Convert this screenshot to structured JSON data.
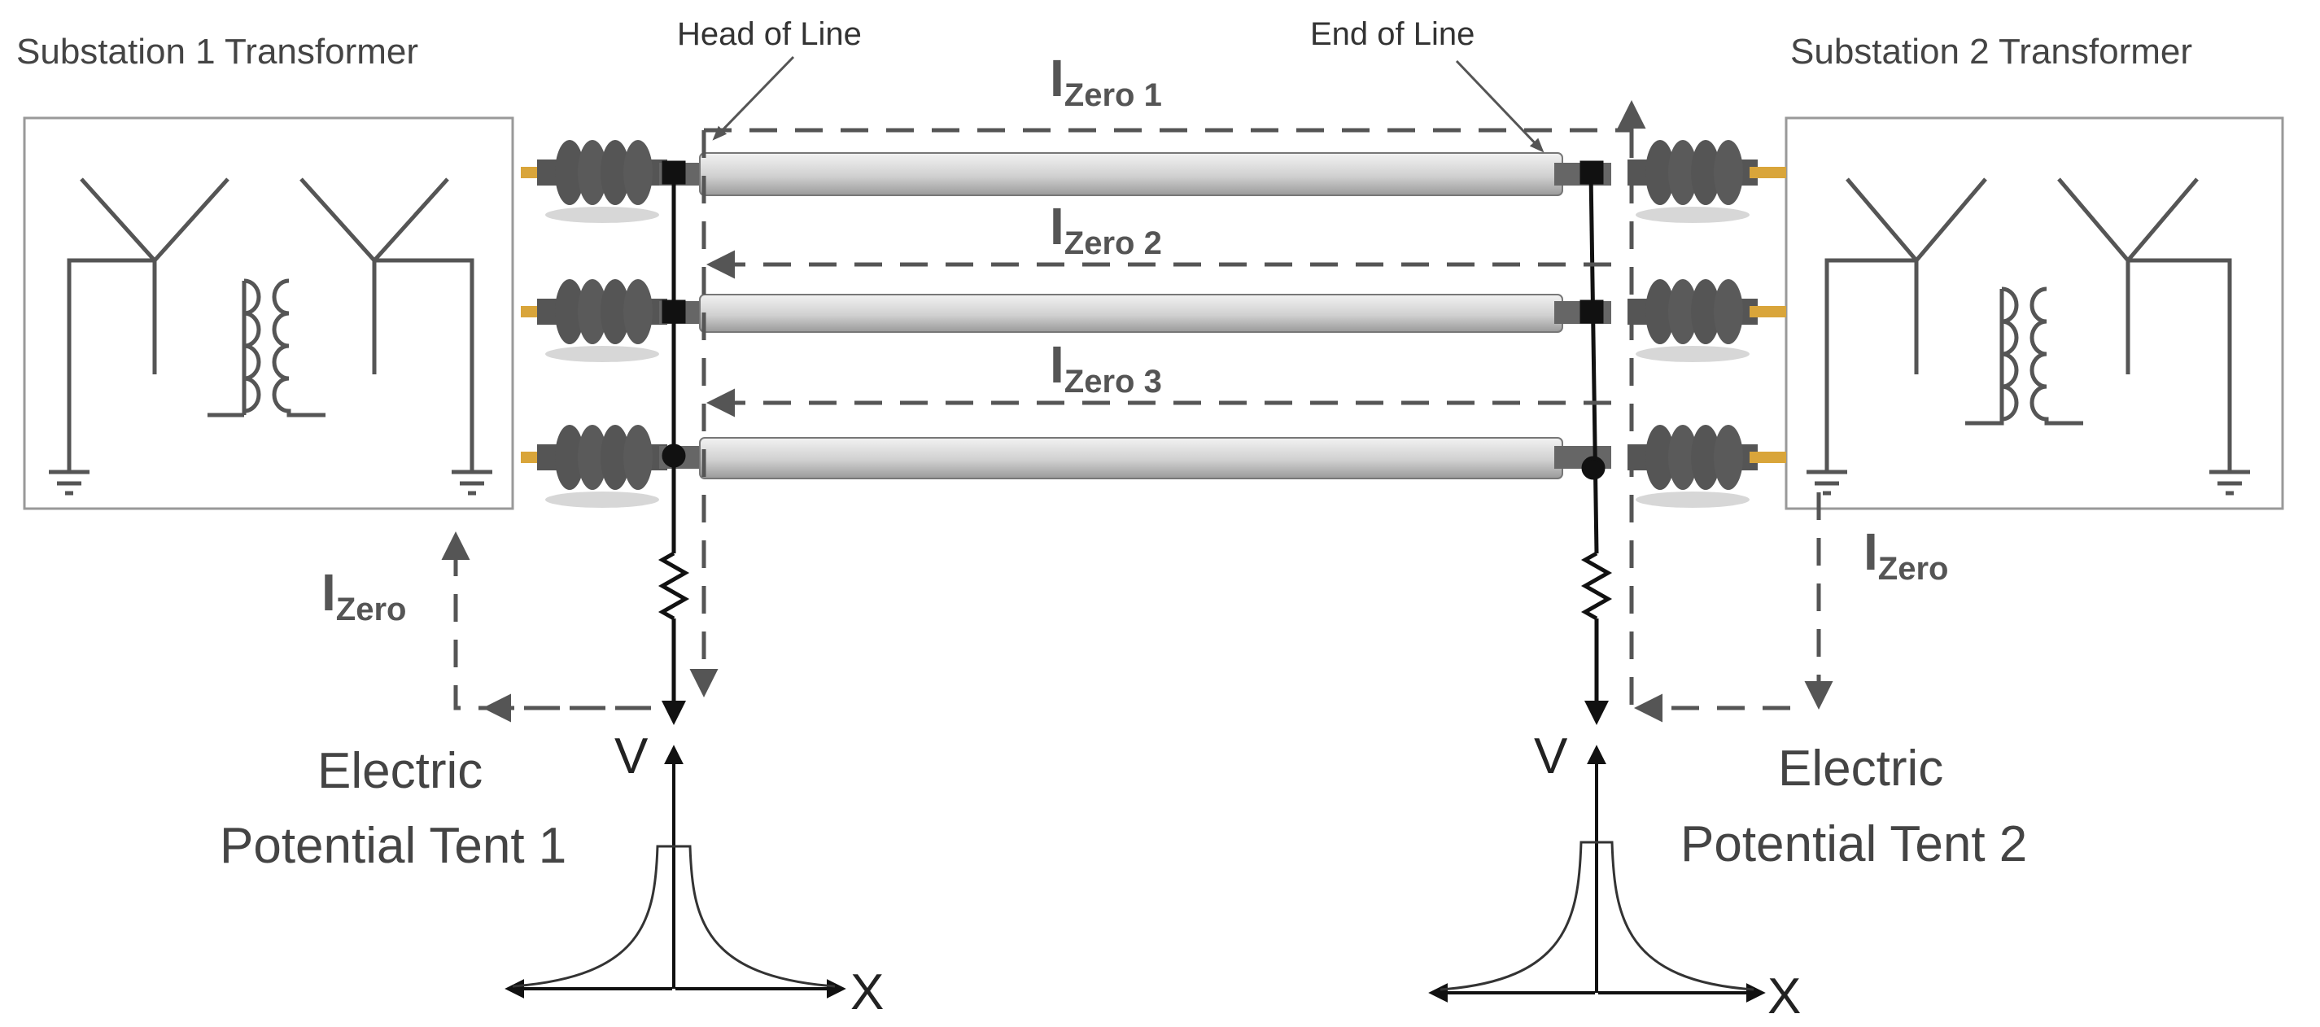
{
  "substations": [
    {
      "title": "Substation 1 Transformer"
    },
    {
      "title": "Substation 2 Transformer"
    }
  ],
  "pointers": {
    "head": "Head of Line",
    "end": "End of Line"
  },
  "currents": {
    "zero1": {
      "main": "I",
      "sub": "Zero 1"
    },
    "zero2": {
      "main": "I",
      "sub": "Zero 2"
    },
    "zero3": {
      "main": "I",
      "sub": "Zero 3"
    },
    "left": {
      "main": "I",
      "sub": "Zero"
    },
    "right": {
      "main": "I",
      "sub": "Zero"
    }
  },
  "tents": [
    {
      "line1": "Electric",
      "line2": "Potential Tent 1",
      "v_label": "V",
      "x_label": "X"
    },
    {
      "line1": "Electric",
      "line2": "Potential Tent 2",
      "v_label": "V",
      "x_label": "X"
    }
  ],
  "colors": {
    "line": "#111111",
    "dash": "#555555",
    "conductor": "#d6d6d6",
    "insulator": "#555555",
    "brass": "#d9a53a",
    "box": "#999999"
  }
}
